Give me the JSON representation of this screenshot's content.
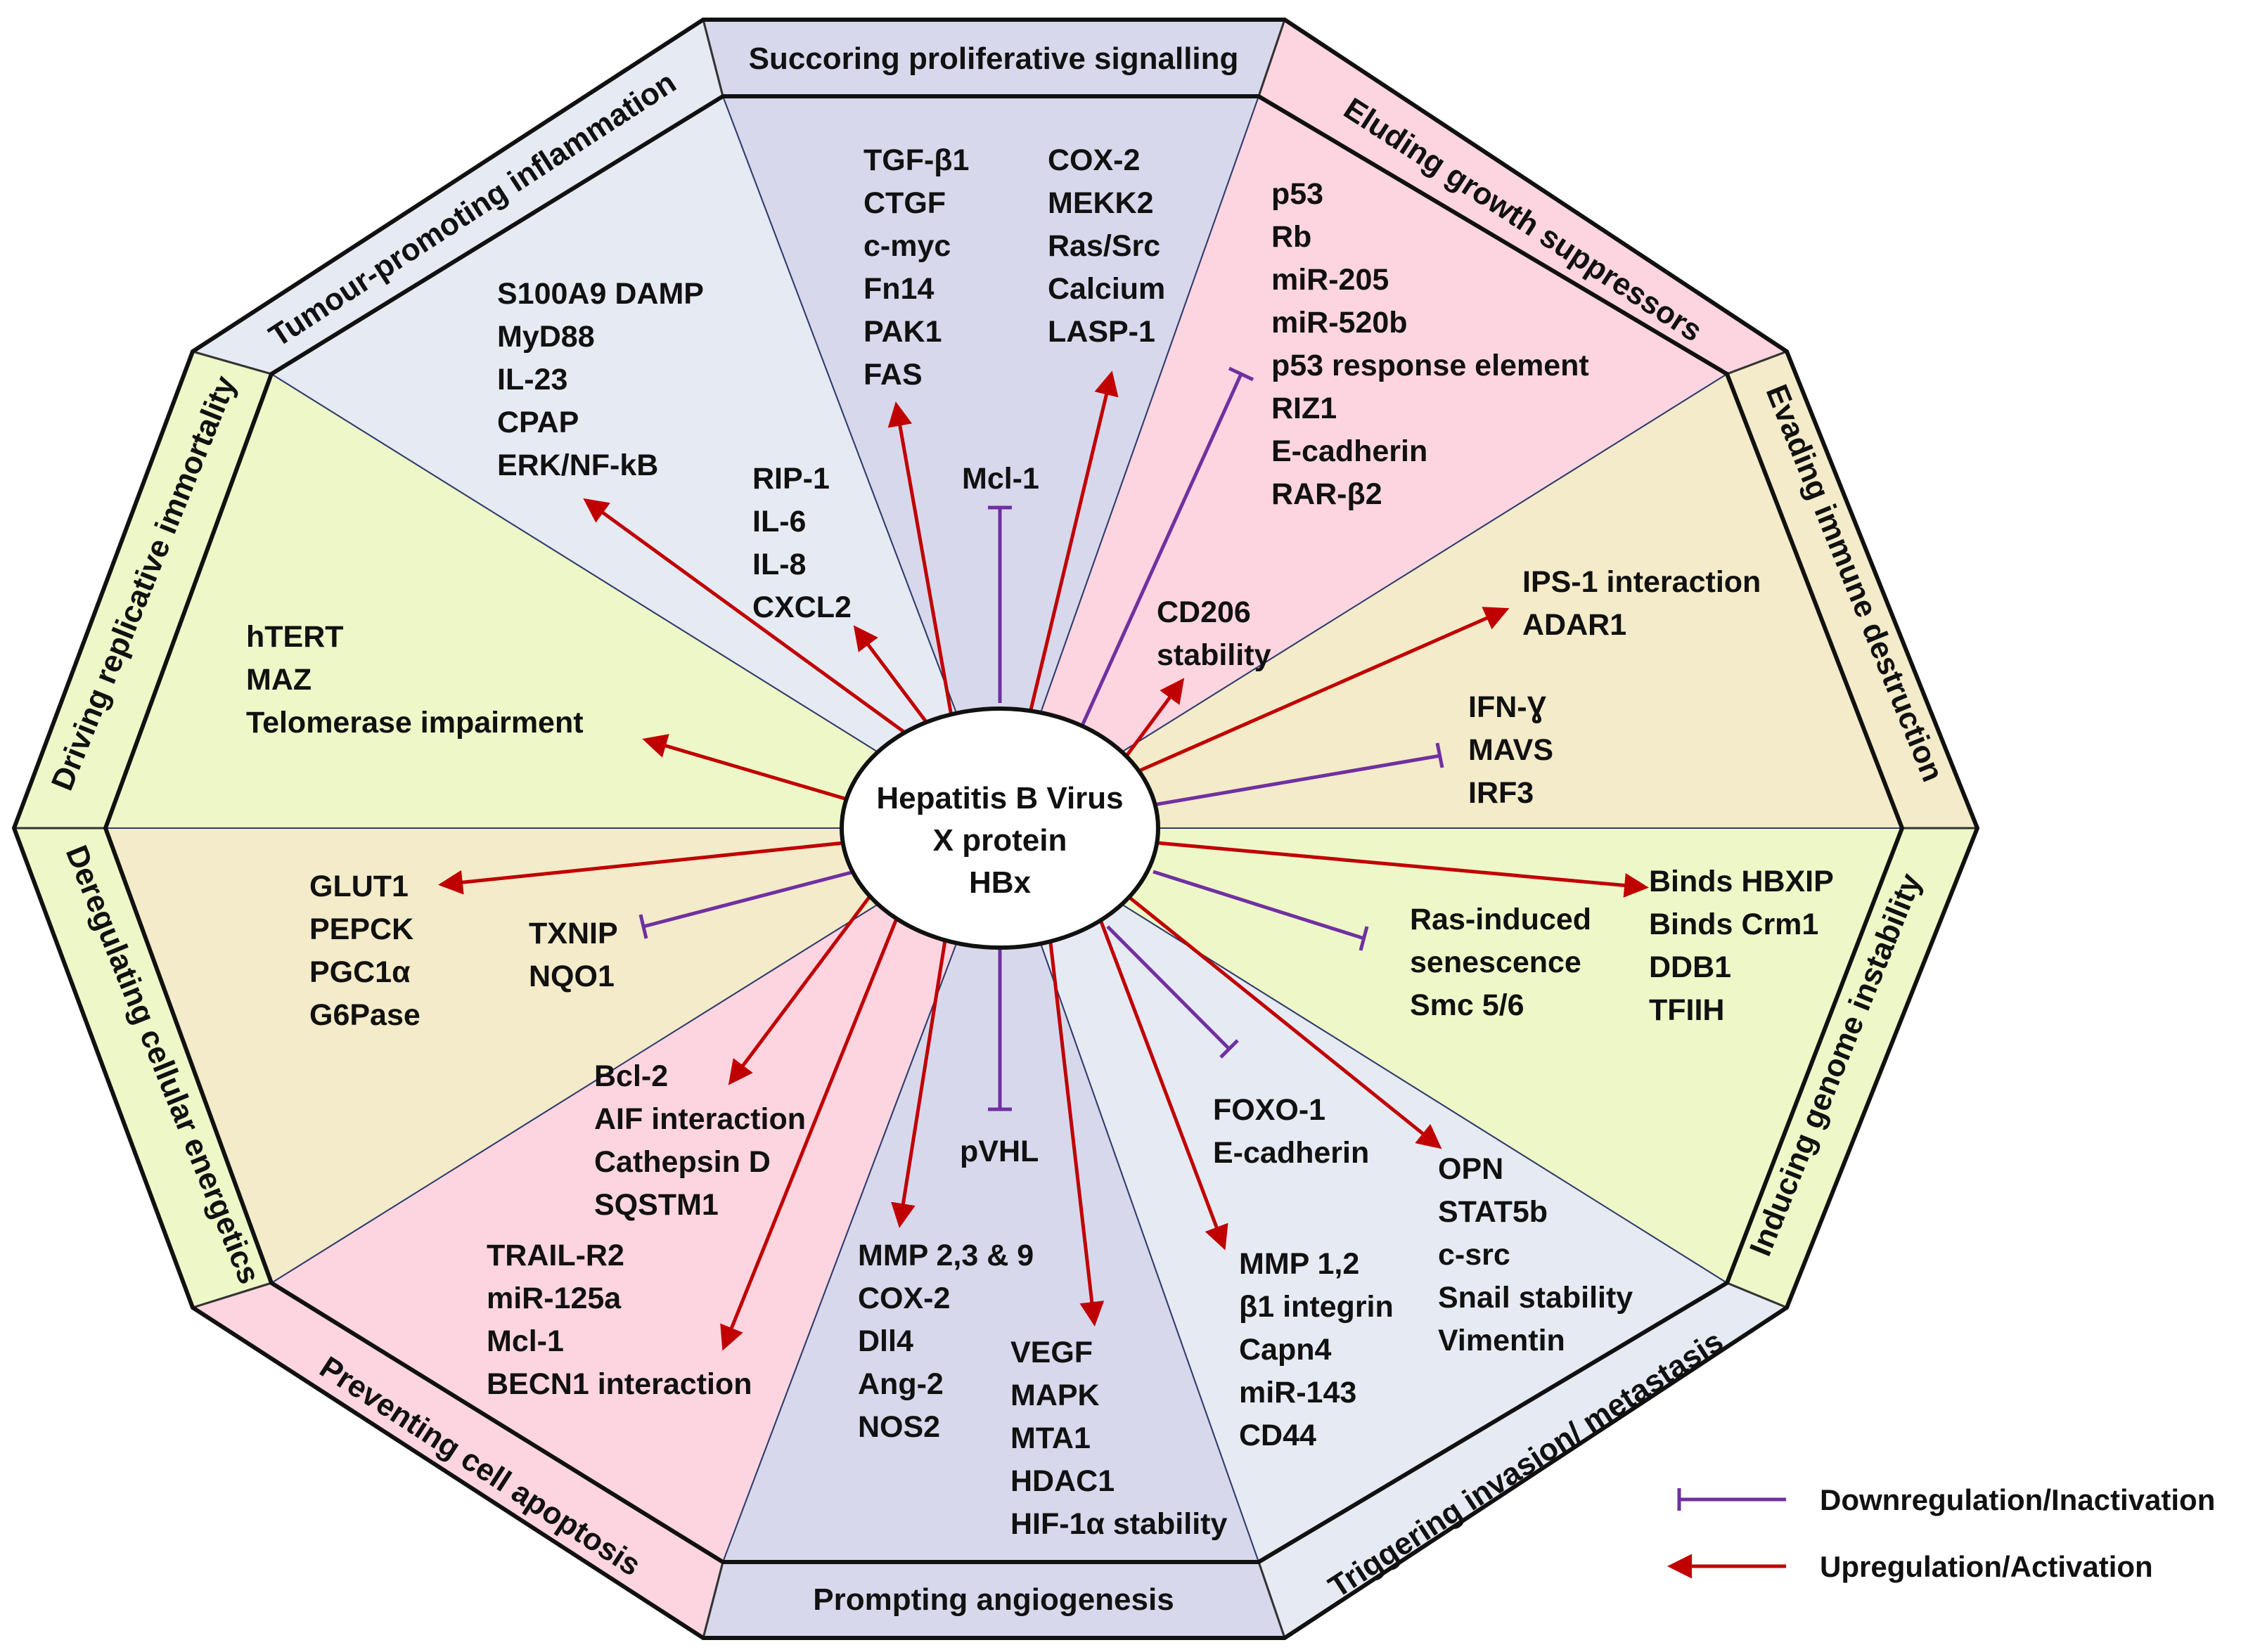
{
  "center": {
    "lines": [
      "Hepatitis B Virus",
      "X protein",
      "HBx"
    ]
  },
  "hallmarks": {
    "proliferative": "Succoring proliferative signalling",
    "growth_suppressors": "Eluding growth suppressors",
    "immune": "Evading immune destruction",
    "genome": "Inducing genome instability",
    "invasion": "Triggering invasion/ metastasis",
    "angiogenesis": "Prompting angiogenesis",
    "apoptosis": "Preventing cell apoptosis",
    "energetics": "Deregulating cellular energetics",
    "immortality": "Driving replicative immortality",
    "inflammation": "Tumour-promoting inflammation"
  },
  "groups": {
    "prolif_a": [
      "TGF-β1",
      "CTGF",
      "c-myc",
      "Fn14",
      "PAK1",
      "FAS"
    ],
    "prolif_b": [
      "COX-2",
      "MEKK2",
      "Ras/Src",
      "Calcium",
      "LASP-1"
    ],
    "prolif_down": [
      "Mcl-1"
    ],
    "suppressors": [
      "p53",
      "Rb",
      "miR-205",
      "miR-520b",
      "p53 response element",
      "RIZ1",
      "E-cadherin",
      "RAR-β2"
    ],
    "cd206": [
      "CD206",
      "stability"
    ],
    "immune_up": [
      "IPS-1 interaction",
      "ADAR1"
    ],
    "immune_down": [
      "IFN-Ɣ",
      "MAVS",
      "IRF3"
    ],
    "genome_up": [
      "Binds HBXIP",
      "Binds Crm1",
      "DDB1",
      "TFIIH"
    ],
    "genome_down": [
      "Ras-induced",
      "senescence",
      "Smc 5/6"
    ],
    "invasion_down": [
      "FOXO-1",
      "E-cadherin"
    ],
    "invasion_a": [
      "OPN",
      "STAT5b",
      "c-src",
      "Snail stability",
      "Vimentin"
    ],
    "invasion_b": [
      "MMP 1,2",
      "β1 integrin",
      "Capn4",
      "miR-143",
      "CD44"
    ],
    "angio_down": [
      "pVHL"
    ],
    "angio_a": [
      "MMP 2,3 & 9",
      "COX-2",
      "Dll4",
      "Ang-2",
      "NOS2"
    ],
    "angio_b": [
      "VEGF",
      "MAPK",
      "MTA1",
      "HDAC1",
      "HIF-1α stability"
    ],
    "apop_a": [
      "Bcl-2",
      "AIF interaction",
      "Cathepsin D",
      "SQSTM1"
    ],
    "apop_b": [
      "TRAIL-R2",
      "miR-125a",
      "Mcl-1",
      "BECN1 interaction"
    ],
    "energy_up": [
      "GLUT1",
      "PEPCK",
      "PGC1α",
      "G6Pase"
    ],
    "energy_down": [
      "TXNIP",
      "NQO1"
    ],
    "immortal": [
      "hTERT",
      "MAZ",
      "Telomerase impairment"
    ],
    "inflam_a": [
      "S100A9 DAMP",
      "MyD88",
      "IL-23",
      "CPAP",
      "ERK/NF-kB"
    ],
    "inflam_b": [
      "RIP-1",
      "IL-6",
      "IL-8",
      "CXCL2"
    ]
  },
  "legend": {
    "down": "Downregulation/Inactivation",
    "up": "Upregulation/Activation"
  },
  "colors": {
    "up_arrow": "#c00000",
    "down_arrow": "#7030a0",
    "lavender": "#d8d8ec",
    "pink": "#fcd5e0",
    "tan": "#f3ebc9",
    "lime": "#eef7c8",
    "light_blue": "#e6eaf3"
  }
}
